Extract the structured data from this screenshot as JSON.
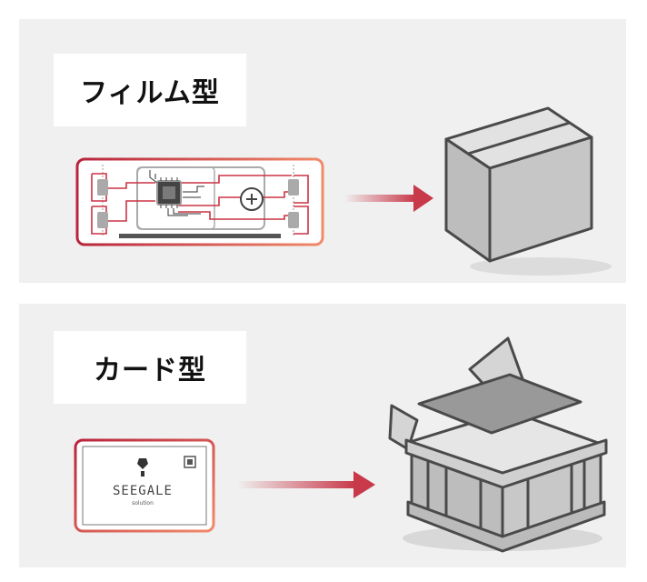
{
  "film": {
    "title": "フィルム型",
    "arrow_color": "#c8394a",
    "border_color": "#e06060"
  },
  "card": {
    "title": "カード型",
    "logo_main": "SEEGALE",
    "logo_sub": "solution",
    "arrow_color": "#c8394a",
    "border_color": "#e06060"
  }
}
